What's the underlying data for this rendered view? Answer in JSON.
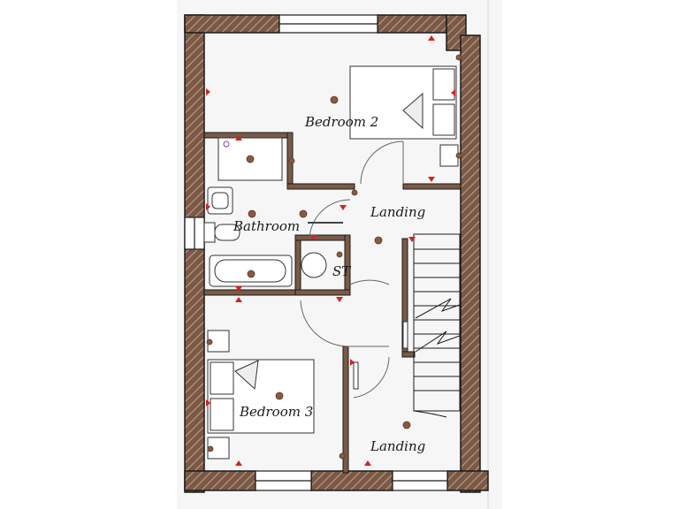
{
  "plan": {
    "rooms": {
      "bedroom2": "Bedroom 2",
      "bedroom3": "Bedroom 3",
      "bathroom": "Bathroom",
      "landing_upper": "Landing",
      "landing_lower": "Landing",
      "storage": "ST"
    }
  },
  "colors": {
    "wall_fill": "#7a5a47",
    "wall_hatch": "#b99a86",
    "line": "#1a1a1a",
    "marker": "#d62020",
    "fixture": "#8a5a3e",
    "page_bg": "#f6f6f6"
  },
  "icons": {
    "ceiling_light": "ceiling-light-icon",
    "socket_marker": "socket-marker-icon",
    "switch": "switch-icon"
  }
}
